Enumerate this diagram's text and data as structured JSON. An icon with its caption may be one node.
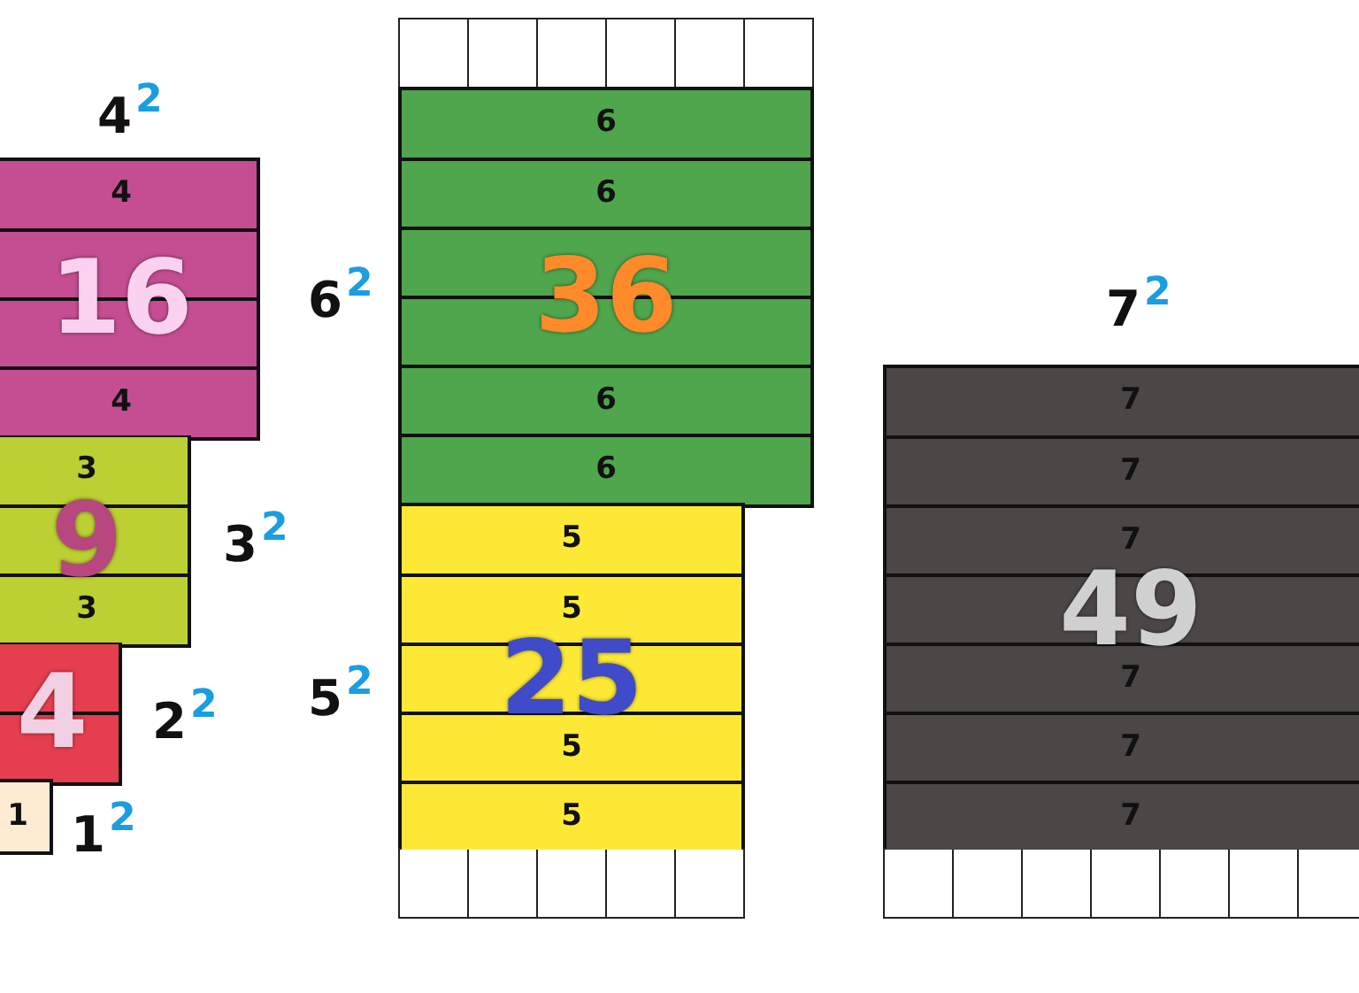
{
  "diagram": {
    "nodes": [
      {
        "text": [
          "16"
        ],
        "beside": [
          "4$^{2}$"
        ]
      },
      {
        "text": [
          "4"
        ],
        "in": 0
      },
      {
        "text": [
          "4"
        ],
        "in": 0
      },
      {
        "text": [
          "9"
        ],
        "beside": [
          "3$^{2}$"
        ]
      },
      {
        "text": [
          "3"
        ],
        "in": 3
      },
      {
        "text": [
          "3"
        ],
        "in": 3
      },
      {
        "text": [
          "4"
        ],
        "beside": [
          "2$^{2}$"
        ]
      },
      {
        "text": [
          "1"
        ],
        "beside": [
          "1$^{2}$"
        ]
      },
      {
        "text": [],
        "shape": "box"
      },
      {
        "text": [],
        "shape": "box"
      },
      {
        "text": [],
        "shape": "box"
      },
      {
        "text": [],
        "shape": "box"
      },
      {
        "text": [],
        "shape": "box"
      },
      {
        "text": [],
        "shape": "box"
      },
      {
        "text": [
          "36"
        ],
        "beside": [
          "6$^{2}$"
        ]
      },
      {
        "text": [
          "6"
        ],
        "in": 14
      },
      {
        "text": [
          "6"
        ],
        "in": 14
      },
      {
        "text": [
          "6"
        ],
        "in": 14
      },
      {
        "text": [
          "6"
        ],
        "in": 14
      },
      {
        "text": [
          "25"
        ],
        "beside": [
          "5$^{2}$"
        ]
      },
      {
        "text": [
          "5"
        ],
        "in": 19
      },
      {
        "text": [
          "5"
        ],
        "in": 19
      },
      {
        "text": [
          "5"
        ],
        "in": 19
      },
      {
        "text": [
          "5"
        ],
        "in": 19
      },
      {
        "text": [],
        "shape": "box"
      },
      {
        "text": [],
        "shape": "box"
      },
      {
        "text": [],
        "shape": "box"
      },
      {
        "text": [],
        "shape": "box"
      },
      {
        "text": [],
        "shape": "box"
      },
      {
        "text": [
          "49"
        ],
        "beside": [
          "7$^{2}$"
        ]
      },
      {
        "text": [
          "7"
        ],
        "in": 29
      },
      {
        "text": [
          "7"
        ],
        "in": 29
      },
      {
        "text": [
          "7"
        ],
        "in": 29
      },
      {
        "text": [
          "7"
        ],
        "in": 29
      },
      {
        "text": [
          "7"
        ],
        "in": 29
      },
      {
        "text": [
          "7"
        ],
        "in": 29
      },
      {
        "text": [],
        "shape": "box"
      },
      {
        "text": [],
        "shape": "box"
      },
      {
        "text": [],
        "shape": "box"
      },
      {
        "text": [],
        "shape": "box"
      },
      {
        "text": [],
        "shape": "box"
      },
      {
        "text": [],
        "shape": "box"
      },
      {
        "text": [],
        "shape": "box"
      }
    ]
  }
}
